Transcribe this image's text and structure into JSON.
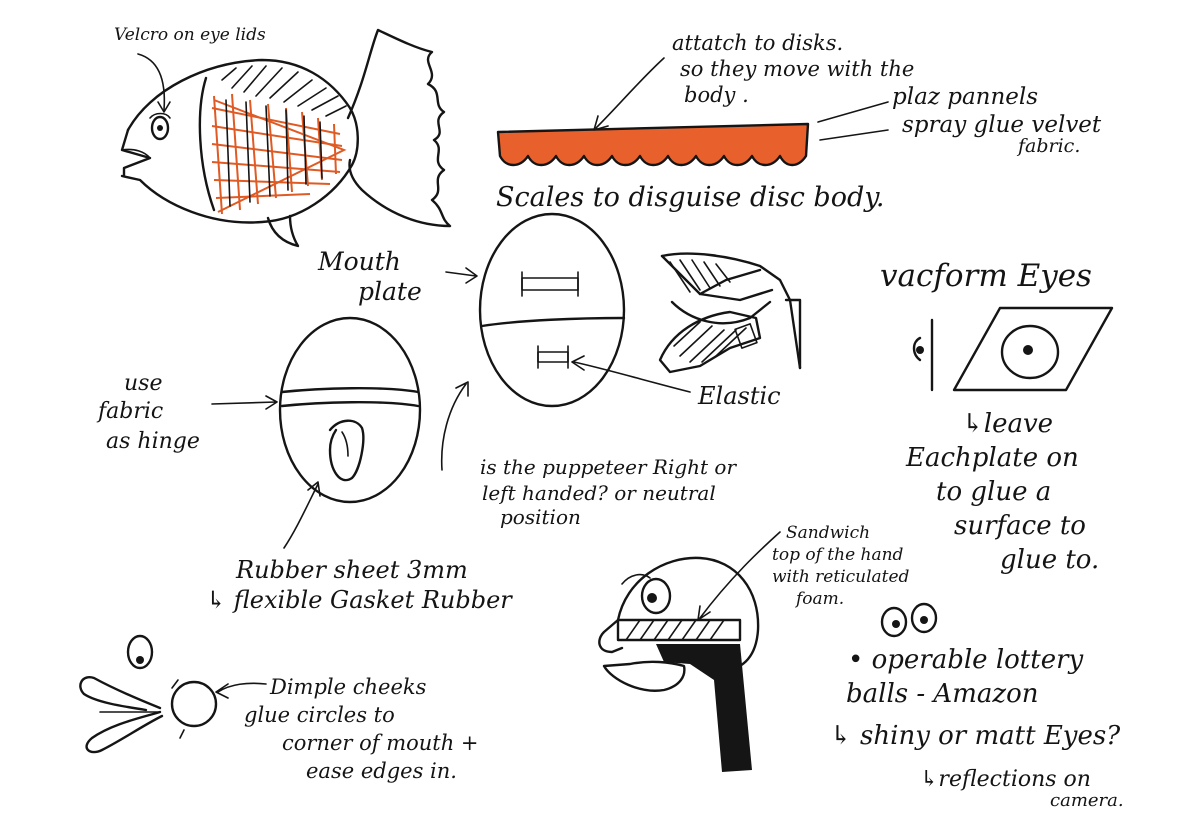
{
  "palette": {
    "ink": "#151515",
    "marker_orange": "#e8602b",
    "paper": "#ffffff"
  },
  "notes": {
    "velcro": "Velcro on eye lids",
    "attach_1": "attatch to disks.",
    "attach_2": "so they move with the",
    "attach_3": "body .",
    "plaz_1": "plaz pannels",
    "plaz_2": "spray glue velvet",
    "plaz_3": "fabric.",
    "scales": "Scales to disguise disc body.",
    "mouth_1": "Mouth",
    "mouth_2": "plate",
    "vacform": "vacform Eyes",
    "fabric_1": "use",
    "fabric_2": "fabric",
    "fabric_3": "as hinge",
    "elastic": "Elastic",
    "leave_1": "↳leave",
    "leave_2": "Eachplate on",
    "leave_3": "to glue a",
    "leave_4": "surface to",
    "leave_5": "glue to.",
    "puppeteer_1": "is the puppeteer Right or",
    "puppeteer_2": "left handed? or neutral",
    "puppeteer_3": "position",
    "sandwich_1": "Sandwich",
    "sandwich_2": "top of the hand",
    "sandwich_3": "with reticulated",
    "sandwich_4": "foam.",
    "rubber_1": "Rubber sheet 3mm",
    "rubber_2": "↳ flexible Gasket Rubber",
    "lottery_1": "• operable lottery",
    "lottery_2": "balls - Amazon",
    "lottery_3": "↳ shiny or matt Eyes?",
    "lottery_4": "↳reflections on",
    "lottery_5": "camera.",
    "dimple_1": "Dimple cheeks",
    "dimple_2": "glue circles to",
    "dimple_3": "corner of mouth +",
    "dimple_4": "ease edges in."
  }
}
